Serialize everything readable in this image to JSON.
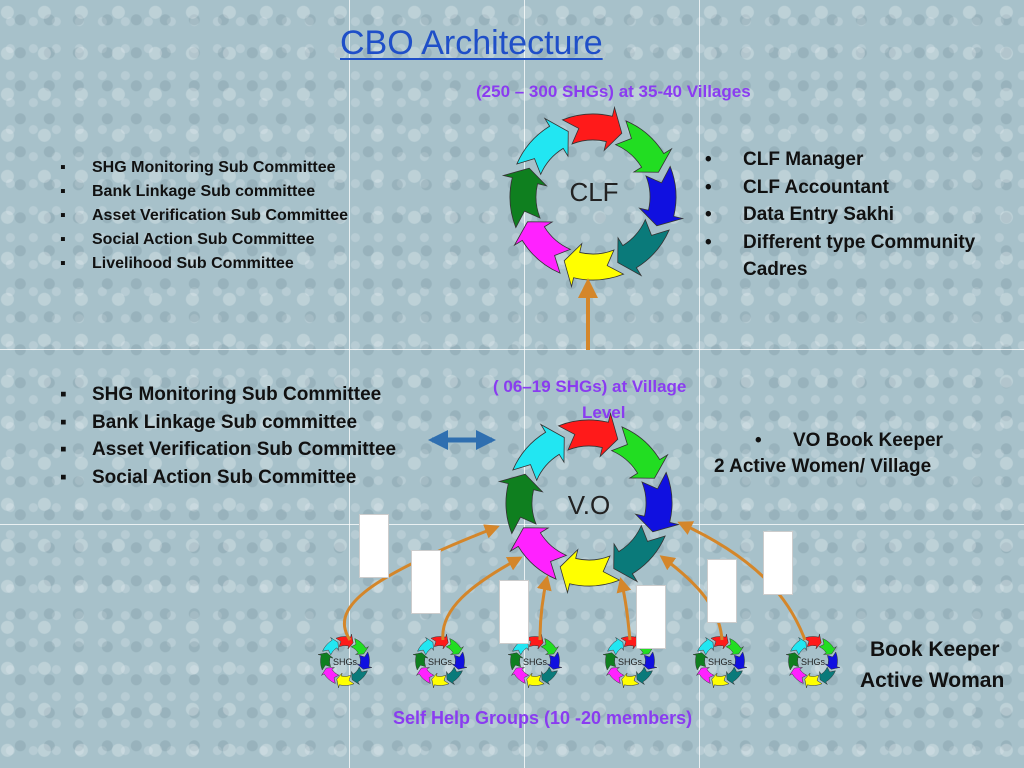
{
  "title": "CBO Architecture",
  "clf": {
    "caption": "(250 – 300 SHGs) at 35-40 Villages",
    "label": "CLF",
    "committees": [
      "SHG Monitoring Sub Committee",
      "Bank Linkage Sub committee",
      "Asset Verification Sub Committee",
      "Social Action Sub Committee",
      "Livelihood Sub Committee"
    ],
    "staff": [
      "CLF Manager",
      "CLF Accountant",
      "Data Entry Sakhi",
      "Different type  Community Cadres"
    ]
  },
  "vo": {
    "caption_line1": "( 06–19 SHGs) at Village",
    "caption_line2": "Level",
    "label": "V.O",
    "committees": [
      "SHG Monitoring Sub Committee",
      "Bank Linkage Sub committee",
      "Asset Verification Sub Committee",
      "Social Action Sub Committee"
    ],
    "staff_bullet": "VO Book Keeper",
    "staff_line2": "2 Active Women/ Village"
  },
  "shgs": {
    "label": "SHGs",
    "count": 6,
    "caption": "Self Help Groups (10 -20 members)",
    "right_line1": "Book Keeper",
    "right_line2": "Active Woman"
  },
  "colors": {
    "title": "#1f4fc8",
    "caption": "#8a3cf0",
    "arrow": "#d4862a",
    "double_arrow": "#2f6fb0",
    "cycle": [
      "#ff1a1a",
      "#22dd22",
      "#1010e0",
      "#0a7a7a",
      "#ffff00",
      "#ff22ff",
      "#0f7f1f",
      "#22e6f2"
    ]
  }
}
